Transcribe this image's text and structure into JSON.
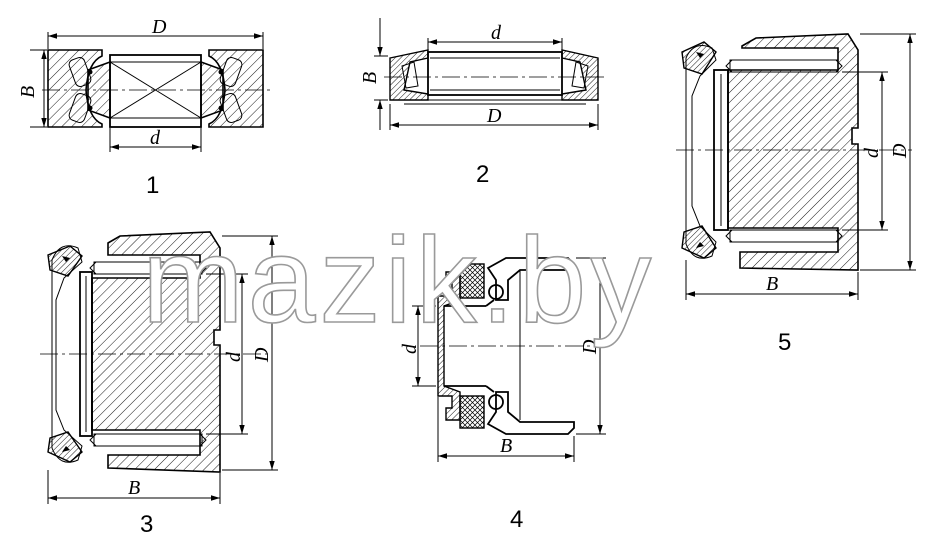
{
  "labels": {
    "big_d": "D",
    "small_d": "d",
    "width_b": "B"
  },
  "figures": [
    {
      "number": "1"
    },
    {
      "number": "2"
    },
    {
      "number": "3"
    },
    {
      "number": "4"
    },
    {
      "number": "5"
    }
  ],
  "watermark": "mazik.by"
}
